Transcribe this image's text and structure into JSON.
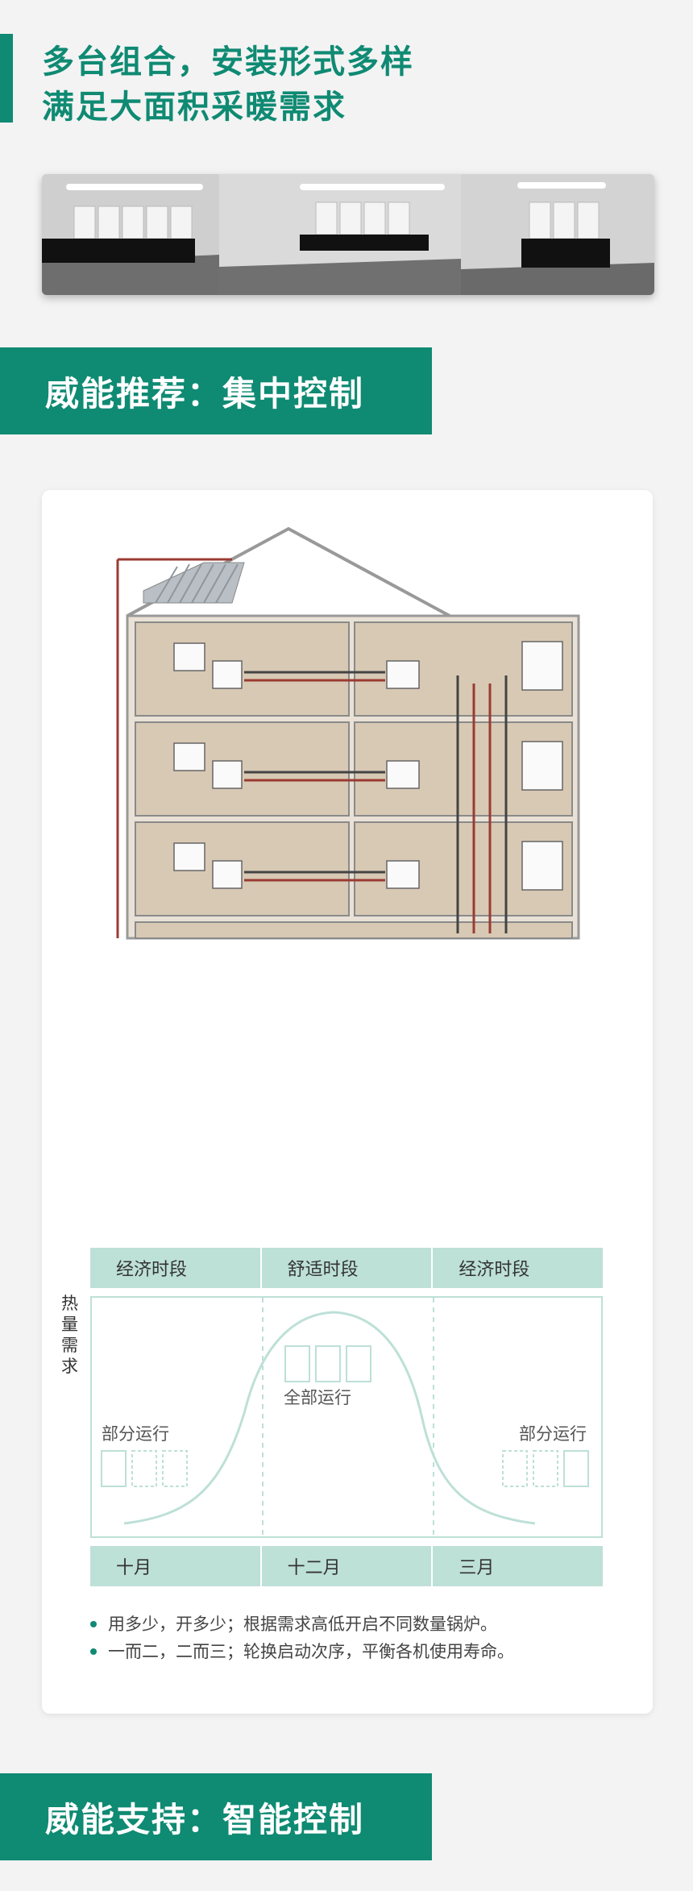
{
  "header": {
    "title_line1": "多台组合，安装形式多样",
    "title_line2": "满足大面积采暖需求"
  },
  "banners": {
    "recommend": "威能推荐：集中控制",
    "support": "威能支持：智能控制"
  },
  "chart_data": {
    "type": "area",
    "periods": [
      "经济时段",
      "舒适时段",
      "经济时段"
    ],
    "months": [
      "十月",
      "十二月",
      "三月"
    ],
    "ylabel": "热量需求",
    "annotations": [
      "部分运行",
      "全部运行",
      "部分运行"
    ],
    "series": [
      {
        "values": [
          1,
          3,
          1
        ]
      }
    ]
  },
  "bullets": [
    "用多少，开多少；根据需求高低开启不同数量锅炉。",
    "一而二，二而三；轮换启动次序，平衡各机使用寿命。"
  ],
  "colors": {
    "brand": "#0f8a73",
    "light_green": "#bde0d7",
    "wall": "#d8c9b4",
    "pipe_red": "#9a3b32",
    "pipe_dark": "#444444"
  }
}
